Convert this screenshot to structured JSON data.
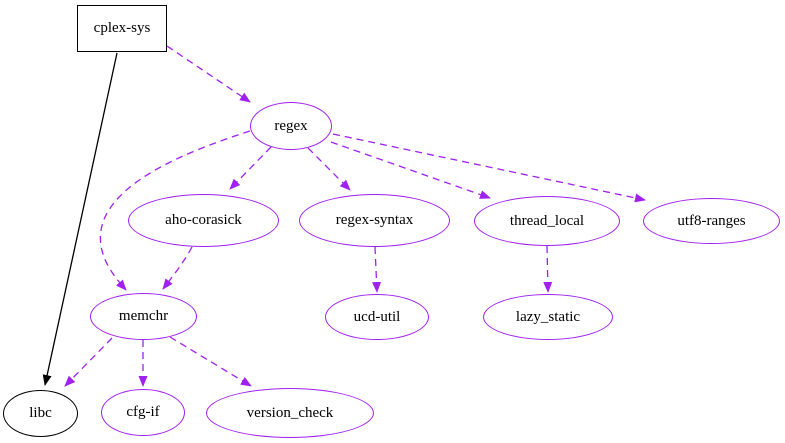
{
  "graph": {
    "background_color": "#ffffff",
    "dependency_edge_color": "#a020f0",
    "primary_edge_color": "#000000",
    "text_color": "#000000",
    "nodes": [
      {
        "id": "cplex-sys",
        "label": "cplex-sys",
        "shape": "box",
        "border_color": "#000000"
      },
      {
        "id": "regex",
        "label": "regex",
        "shape": "ellipse",
        "border_color": "#a020f0"
      },
      {
        "id": "aho-corasick",
        "label": "aho-corasick",
        "shape": "ellipse",
        "border_color": "#a020f0"
      },
      {
        "id": "regex-syntax",
        "label": "regex-syntax",
        "shape": "ellipse",
        "border_color": "#a020f0"
      },
      {
        "id": "thread_local",
        "label": "thread_local",
        "shape": "ellipse",
        "border_color": "#a020f0"
      },
      {
        "id": "utf8-ranges",
        "label": "utf8-ranges",
        "shape": "ellipse",
        "border_color": "#a020f0"
      },
      {
        "id": "memchr",
        "label": "memchr",
        "shape": "ellipse",
        "border_color": "#a020f0"
      },
      {
        "id": "ucd-util",
        "label": "ucd-util",
        "shape": "ellipse",
        "border_color": "#a020f0"
      },
      {
        "id": "lazy_static",
        "label": "lazy_static",
        "shape": "ellipse",
        "border_color": "#a020f0"
      },
      {
        "id": "libc",
        "label": "libc",
        "shape": "ellipse",
        "border_color": "#000000"
      },
      {
        "id": "cfg-if",
        "label": "cfg-if",
        "shape": "ellipse",
        "border_color": "#a020f0"
      },
      {
        "id": "version_check",
        "label": "version_check",
        "shape": "ellipse",
        "border_color": "#a020f0"
      }
    ],
    "edges": [
      {
        "from": "cplex-sys",
        "to": "regex",
        "style": "dashed",
        "color": "#a020f0"
      },
      {
        "from": "cplex-sys",
        "to": "libc",
        "style": "solid",
        "color": "#000000"
      },
      {
        "from": "regex",
        "to": "aho-corasick",
        "style": "dashed",
        "color": "#a020f0"
      },
      {
        "from": "regex",
        "to": "regex-syntax",
        "style": "dashed",
        "color": "#a020f0"
      },
      {
        "from": "regex",
        "to": "thread_local",
        "style": "dashed",
        "color": "#a020f0"
      },
      {
        "from": "regex",
        "to": "utf8-ranges",
        "style": "dashed",
        "color": "#a020f0"
      },
      {
        "from": "regex",
        "to": "memchr",
        "style": "dashed",
        "color": "#a020f0"
      },
      {
        "from": "aho-corasick",
        "to": "memchr",
        "style": "dashed",
        "color": "#a020f0"
      },
      {
        "from": "regex-syntax",
        "to": "ucd-util",
        "style": "dashed",
        "color": "#a020f0"
      },
      {
        "from": "thread_local",
        "to": "lazy_static",
        "style": "dashed",
        "color": "#a020f0"
      },
      {
        "from": "memchr",
        "to": "libc",
        "style": "dashed",
        "color": "#a020f0"
      },
      {
        "from": "memchr",
        "to": "cfg-if",
        "style": "dashed",
        "color": "#a020f0"
      },
      {
        "from": "memchr",
        "to": "version_check",
        "style": "dashed",
        "color": "#a020f0"
      }
    ]
  }
}
